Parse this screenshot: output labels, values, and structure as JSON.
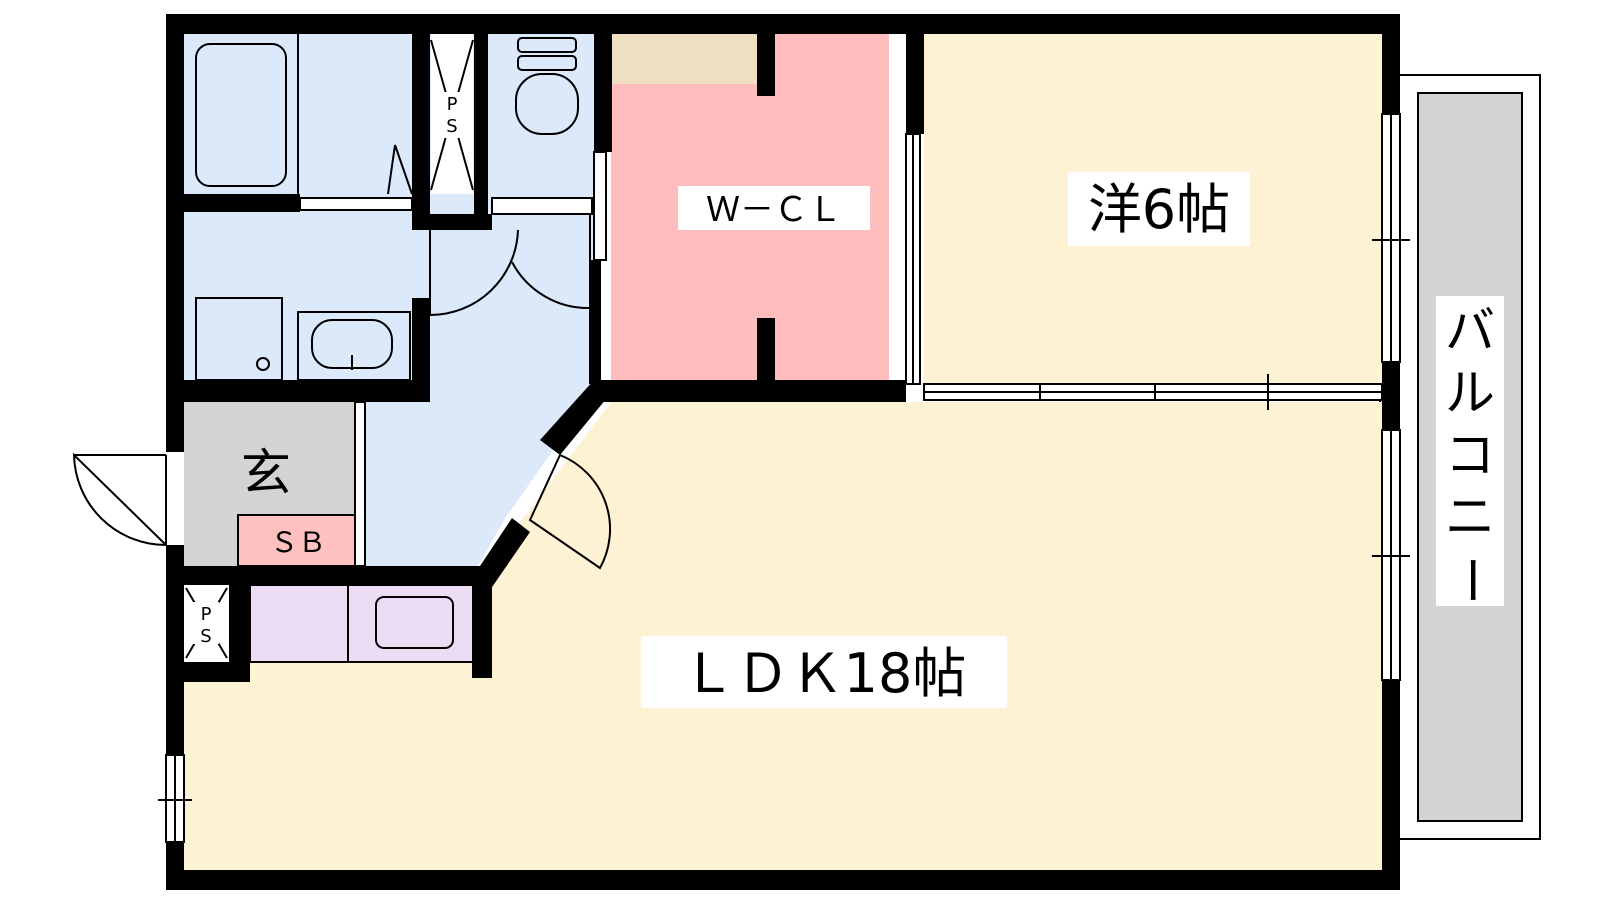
{
  "colors": {
    "wall": "#000000",
    "wet_area": "#dbe9fb",
    "living": "#fdf2d3",
    "closet": "#ffbcbc",
    "entrance": "#d3d3d3",
    "kitchen": "#ebdcf4",
    "shoebox": "#ffc0c0",
    "balcony_floor": "#d4d4d4",
    "shelf": "#f1dfc3"
  },
  "rooms": {
    "ldk": "ＬＤＫ18帖",
    "western": "洋6帖",
    "wcl": "Ｗ－ＣＬ",
    "entrance": "玄",
    "shoebox": "ＳＢ",
    "ps_top": [
      "P",
      "S"
    ],
    "ps_bottom": [
      "P",
      "S"
    ],
    "balcony": [
      "バ",
      "ル",
      "コ",
      "ニ",
      "ー"
    ]
  }
}
